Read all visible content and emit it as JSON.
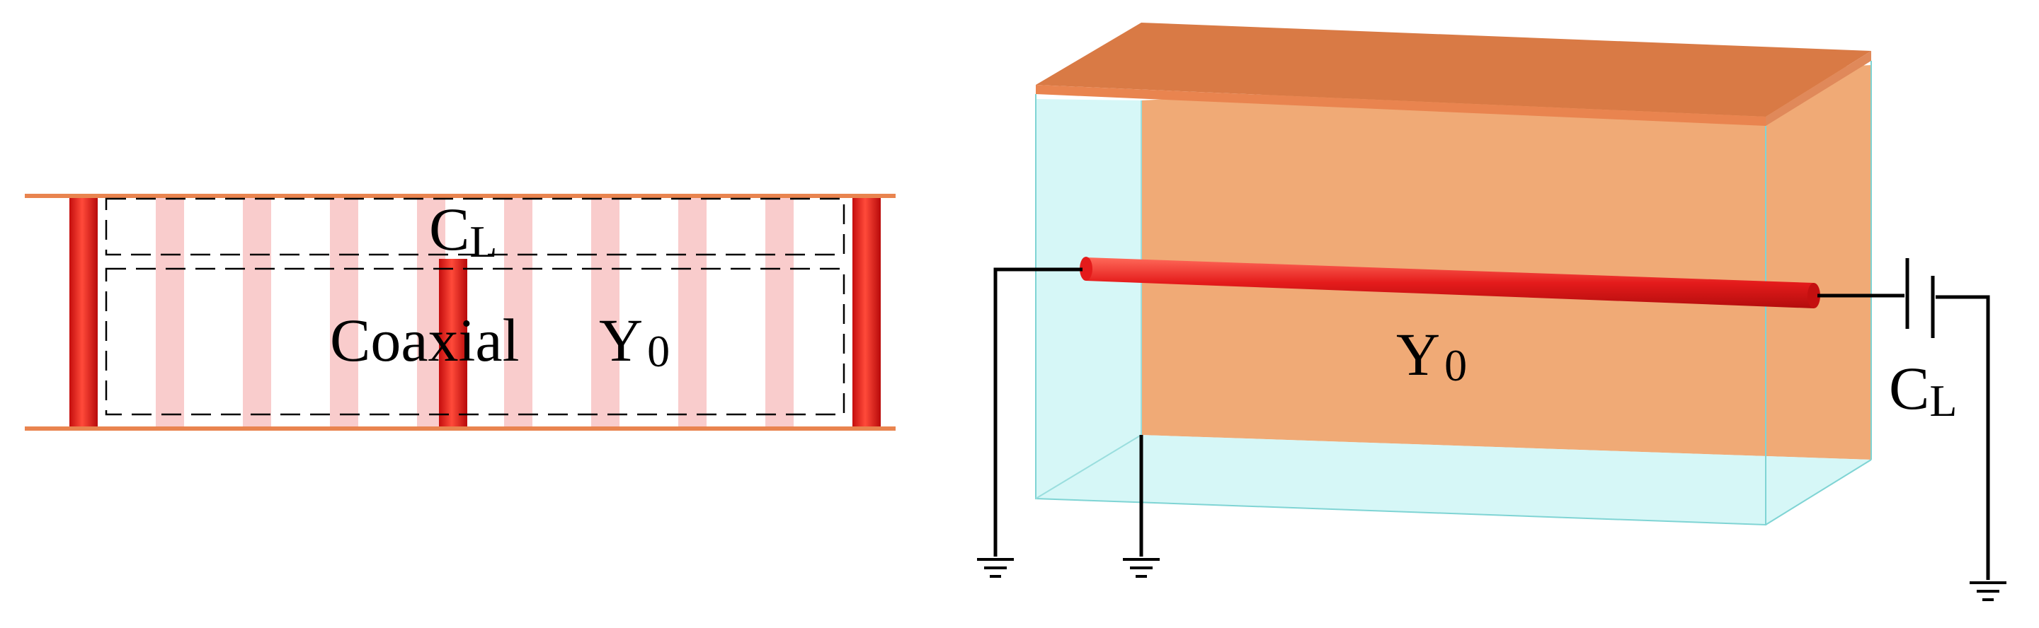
{
  "left_panel": {
    "cl_label_main": "C",
    "cl_label_sub": "L",
    "coax_label": "Coaxial",
    "y0_label_main": "Y",
    "y0_label_sub": "0"
  },
  "right_panel": {
    "y0_label_main": "Y",
    "y0_label_sub": "0",
    "cl_label_main": "C",
    "cl_label_sub": "L"
  },
  "colors": {
    "copper_plate": "#e9844f",
    "copper_face": "#f0aa76",
    "copper_face_dark": "#d97a45",
    "dielectric": "#d3f6f6",
    "dielectric_edge": "#7fd4d4",
    "via_active": "#e41b1b",
    "via_faded": "#f9cccc",
    "wire": "#000000"
  }
}
